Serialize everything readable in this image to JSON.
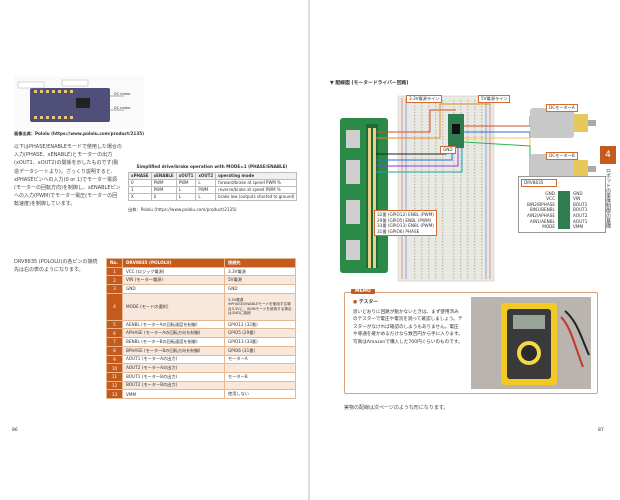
{
  "left": {
    "source1": "画像出典：Pololu (https://www.pololu.com/product/2135)",
    "para1": "以下はPHASE/ENABLEモードで使用した場合の入力(PHASE、xENABLE)とモーターの出力(xOUT1、xOUT2)の関係を示したものです(製造データシートより)。ざっくり説明すると、xPHASEピンへの入力(0 or 1)でモーター電源(モーターの回転方向)を制御し、xENABLEピンへの入力(PWM)でモーター電圧(モーターの回転速度)を制御しています。",
    "truth_table": {
      "title": "Simplified drive/brake operation with MODE=1 (PHASE/ENABLE)",
      "headers": [
        "xPHASE",
        "xENABLE",
        "xOUT1",
        "xOUT2",
        "operating mode"
      ],
      "rows": [
        [
          "0",
          "PWM",
          "PWM",
          "L",
          "forward/brake at speed PWM %"
        ],
        [
          "1",
          "PWM",
          "L",
          "PWM",
          "reverse/brake at speed PWM %"
        ],
        [
          "X",
          "0",
          "L",
          "L",
          "brake low (outputs shorted to ground)"
        ]
      ],
      "source": "出典：Pololu (https://www.pololu.com/product/2135)"
    },
    "para2": "DRV8835 (POLOLU)の各ピンの接続先は右の表のようになります。",
    "pin_table": {
      "headers": [
        "No.",
        "DRV8835 (POLOLU)",
        "接続先"
      ],
      "rows": [
        [
          "1",
          "VCC (ロジック電源)",
          "3.3V電源"
        ],
        [
          "2",
          "VIN (モーター電源)",
          "5V電源"
        ],
        [
          "3",
          "GND",
          "GND"
        ],
        [
          "4",
          "MODE (モードの選択)",
          "3.3V電源\n※PHASE/ENABLEモードを使用する場合3.3Vに、IN/INモードを使用する場合はGNDに接続"
        ],
        [
          "5",
          "AENBL (モーターAの回転速度を制御)",
          "GPIO12 (32番)"
        ],
        [
          "6",
          "APHASE (モーターAの回転方向を制御)",
          "GPIO5 (29番)"
        ],
        [
          "7",
          "BENBL (モーターBの回転速度を制御)",
          "GPIO13 (33番)"
        ],
        [
          "8",
          "BPHASE (モーターBの回転方向を制御)",
          "GPIO6 (31番)"
        ],
        [
          "9",
          "AOUT1 (モーターAの出力)",
          "モーターA"
        ],
        [
          "10",
          "AOUT2 (モーターAの出力)",
          ""
        ],
        [
          "11",
          "BOUT1 (モーターBの出力)",
          "モーターB"
        ],
        [
          "12",
          "BOUT2 (モーターBの出力)",
          ""
        ],
        [
          "13",
          "VMM",
          "使用しない"
        ]
      ]
    },
    "page_number": "86"
  },
  "right": {
    "fig_title": "▼ 配線図 (モータードライバー回路)",
    "labels": {
      "v33": "3.3V電源ライン",
      "v5": "5V電源ライン",
      "motorA": "DCモーターA",
      "motorB": "DCモーターB",
      "gnd_line": "GND",
      "gpio12": "32番 (GPIO12) ENBL (PWM)",
      "gpio5": "29番 (GPIO5) ENBL (PWM)",
      "gpio13": "33番 (GPIO13) ENBL (PWM)",
      "gpio6": "31番 (GPIO6) PHASE",
      "driver_title": "DRV8835",
      "driver_left": [
        "GND",
        "VCC",
        "BIN2/BPHASE",
        "BIN1/BENBL",
        "AIN2/APHASE",
        "AIN1/AENBL",
        "MODE"
      ],
      "driver_right": [
        "GND",
        "VIN",
        "BOUT2",
        "BOUT1",
        "AOUT2",
        "AOUT1",
        "VMM"
      ]
    },
    "memo": {
      "tag": "MEMO",
      "title": "テスター",
      "body": "思いどおりに回路が動かないときは、まず使用済みのテスターで電圧や電流を測って確認しましょう。テスターがなければ確認のしようもありません。電圧や導通を確かめるだけなら数百円から手に入ります。写真はAmazonで購入した700円ぐらいのものです。"
    },
    "closing": "実物の配線は次ページのような形になります。",
    "chapter_num": "4",
    "chapter_title": "ロボットの車体制御の基礎",
    "page_number": "87"
  },
  "colors": {
    "accent": "#c45a1c",
    "board": "#2c8a48",
    "breadboard": "#e9e9e3"
  }
}
